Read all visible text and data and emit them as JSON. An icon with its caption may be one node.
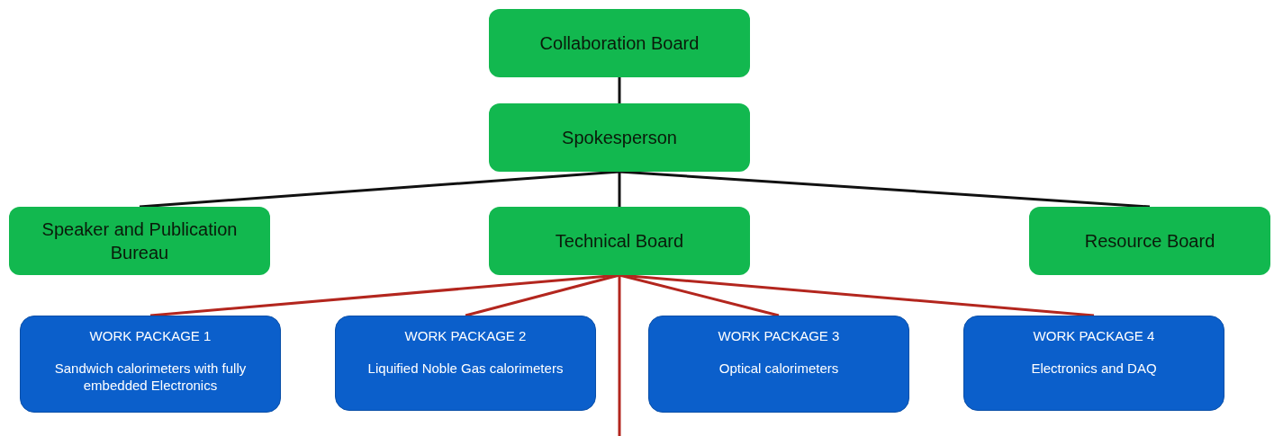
{
  "diagram": {
    "nodes": [
      {
        "text": [
          "Collaboration Board"
        ]
      },
      {
        "text": [
          "Spokesperson"
        ]
      },
      {
        "text": [
          "Speaker and Publication Bureau"
        ]
      },
      {
        "text": [
          "Technical Board"
        ]
      },
      {
        "text": [
          "Resource Board"
        ]
      },
      {
        "text": [
          "WORK PACKAGE 1",
          "Sandwich calorimeters with fully embedded Electronics"
        ]
      },
      {
        "text": [
          "WORK PACKAGE 2",
          "Liquified Noble Gas calorimeters"
        ]
      },
      {
        "text": [
          "WORK PACKAGE 3",
          "Optical calorimeters"
        ]
      },
      {
        "text": [
          "WORK PACKAGE 4",
          "Electronics and DAQ"
        ]
      }
    ],
    "edges": [
      {
        "from": 0,
        "to": 1,
        "arrow": "none",
        "color": "#111111"
      },
      {
        "from": 1,
        "to": 2,
        "arrow": "none",
        "color": "#111111"
      },
      {
        "from": 1,
        "to": 3,
        "arrow": "none",
        "color": "#111111"
      },
      {
        "from": 1,
        "to": 4,
        "arrow": "none",
        "color": "#111111"
      },
      {
        "from": 3,
        "to": 5,
        "arrow": "none",
        "color": "#b3261e"
      },
      {
        "from": 3,
        "to": 6,
        "arrow": "none",
        "color": "#b3261e"
      },
      {
        "from": 3,
        "to": 7,
        "arrow": "none",
        "color": "#b3261e"
      },
      {
        "from": 3,
        "to": 8,
        "arrow": "none",
        "color": "#b3261e"
      },
      {
        "from": 3,
        "to": null,
        "arrow": "none",
        "color": "#b3261e"
      }
    ]
  }
}
